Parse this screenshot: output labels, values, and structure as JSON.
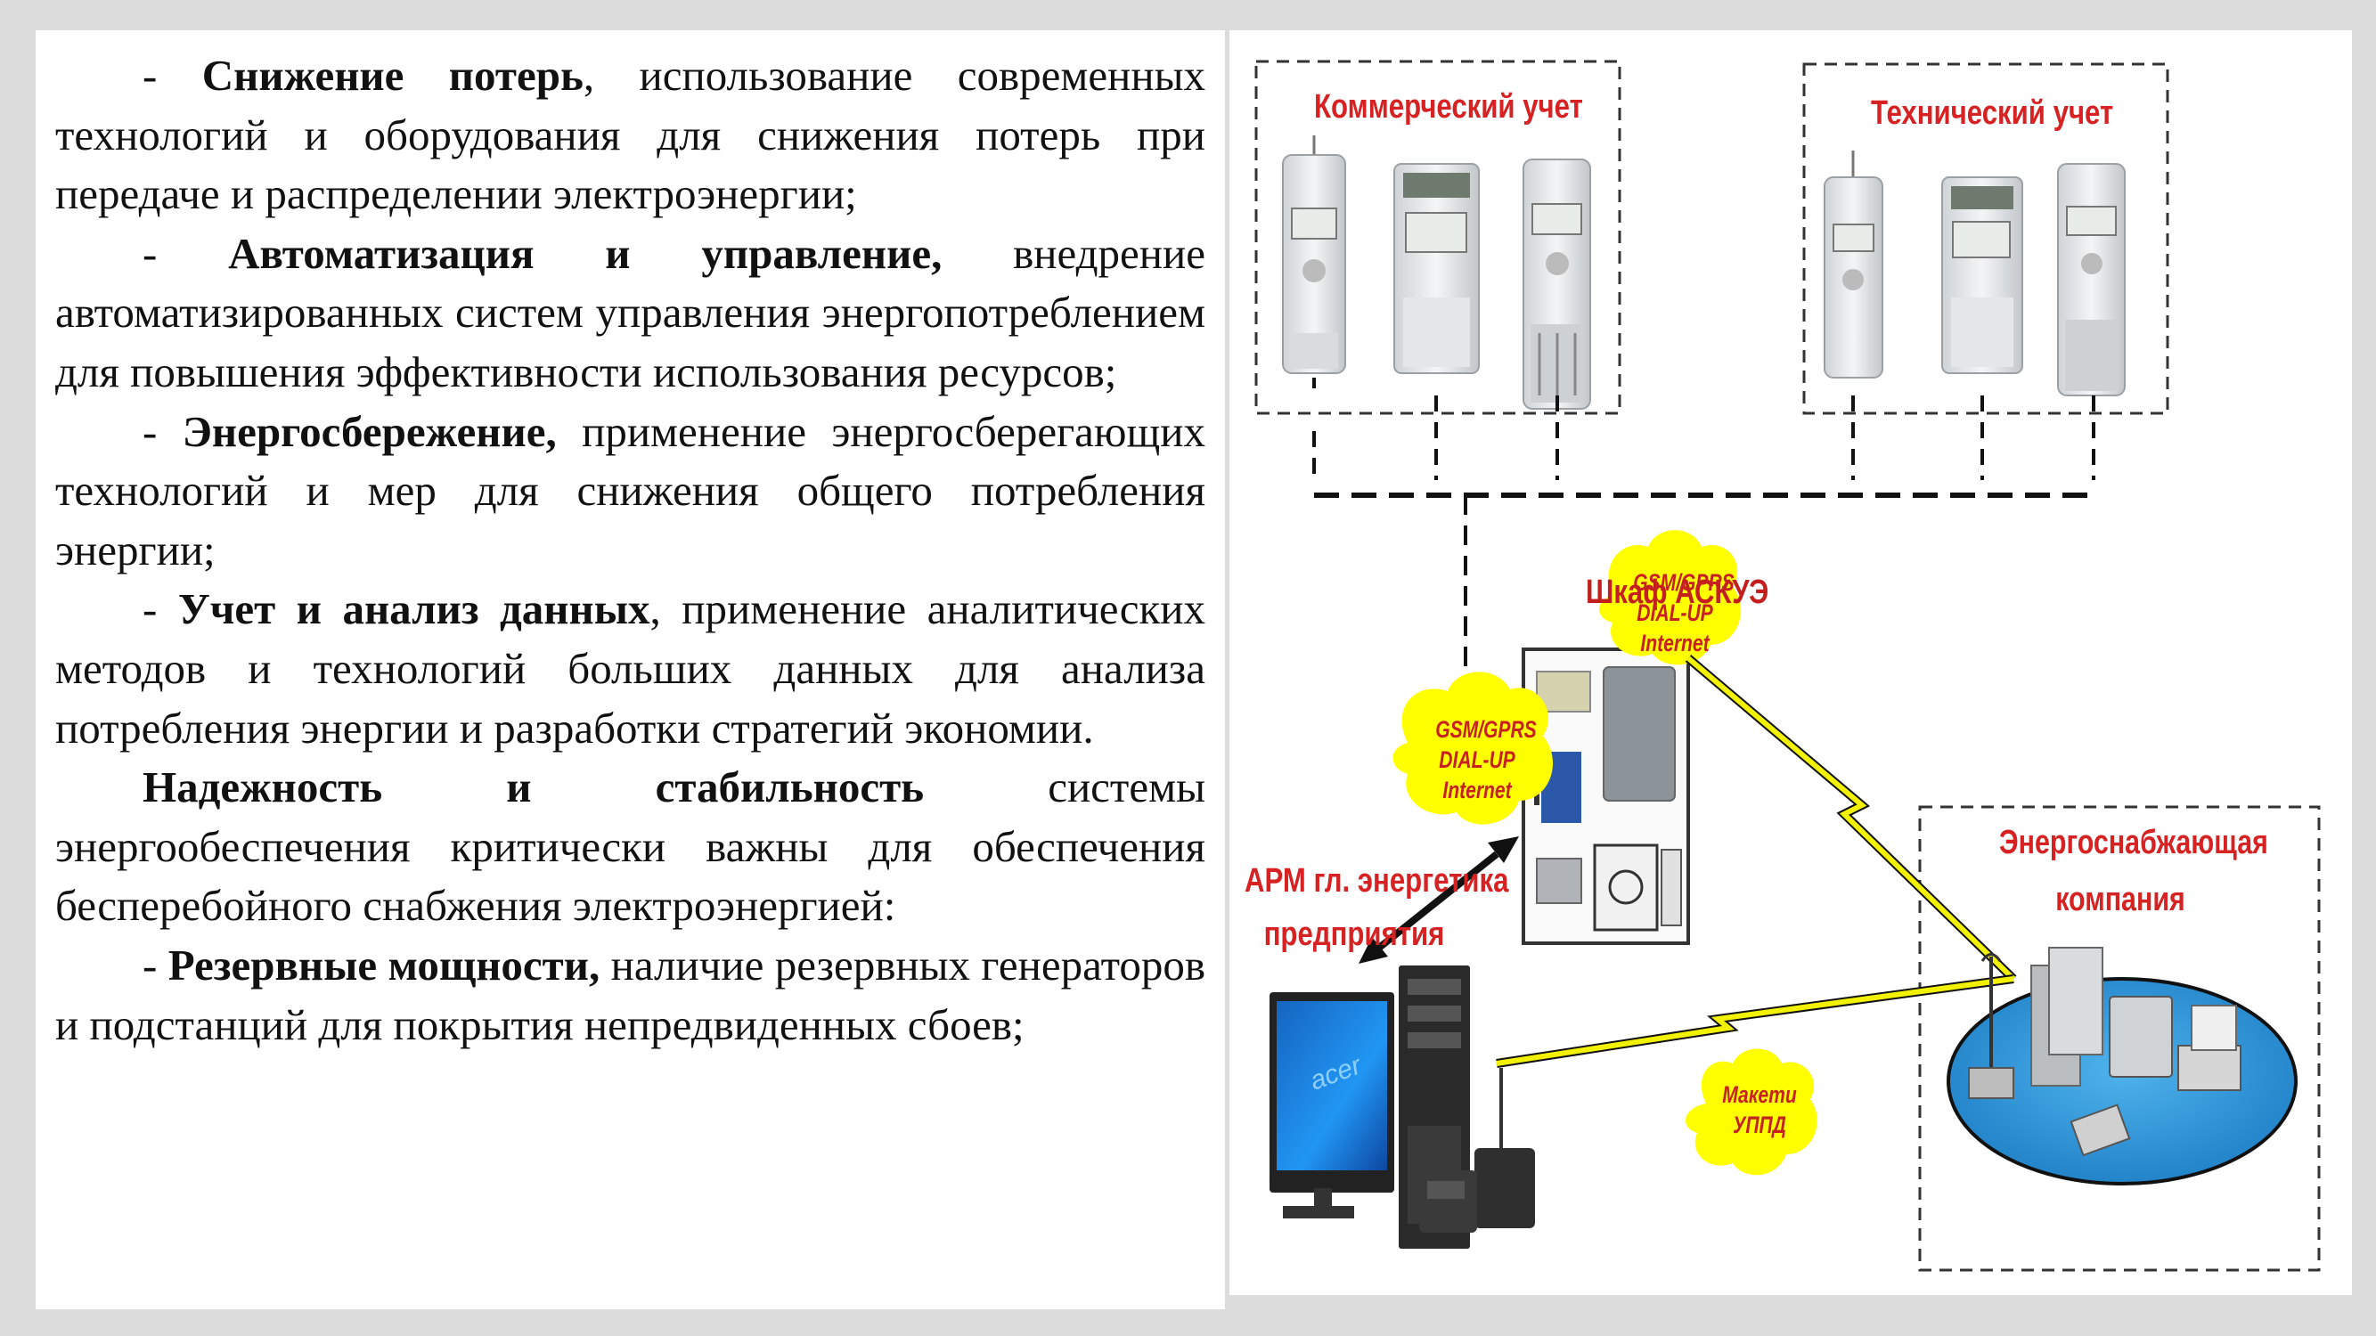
{
  "text": {
    "p1": {
      "prefix": "- ",
      "bold": "Снижение потерь",
      "rest": ", использование современных технологий и оборудования для снижения потерь при передаче и распределении электроэнергии;"
    },
    "p2": {
      "prefix": "- ",
      "bold": "Автоматизация и управление,",
      "rest": " внедрение автоматизированных систем управления энергопотреблением для повышения эффективности использования ресурсов;"
    },
    "p3": {
      "prefix": "- ",
      "bold": "Энергосбережение,",
      "rest": " применение энергосберегающих технологий и мер для снижения общего потребления энергии;"
    },
    "p4": {
      "prefix": "- ",
      "bold": "Учет и анализ данных",
      "rest": ", применение аналитических методов и технологий больших данных для анализа потребления энергии и разработки стратегий экономии."
    },
    "p5": {
      "prefix": "",
      "bold": "Надежность и стабильность",
      "rest": " системы энергообеспечения критически важны для обеспечения бесперебойного снабжения электроэнергией:"
    },
    "p6": {
      "prefix": "- ",
      "bold": "Резервные мощности,",
      "rest": " наличие резервных генераторов и подстанций для покрытия непредвиденных сбоев;"
    }
  },
  "diagram": {
    "commercial_label": "Коммерческий учет",
    "technical_label": "Технический учет",
    "cabinet_label": "Шкаф АСКУЭ",
    "cloud_top": {
      "line1": "GSM/GPRS",
      "line2": "DIAL-UP",
      "line3": "Internet"
    },
    "cloud_left": {
      "line1": "GSM/GPRS",
      "line2": "DIAL-UP",
      "line3": "Internet"
    },
    "cloud_modem": {
      "line1": "Макети",
      "line2": "УППД"
    },
    "arm_label": {
      "line1": "АРМ гл. энергетика",
      "line2": "предприятия"
    },
    "company_label": {
      "line1": "Энергоснабжающая",
      "line2": "компания"
    },
    "monitor_brand": "acer",
    "colors": {
      "label_red": "#d62222",
      "cloud_yellow": "#ffff00",
      "lightning_yellow": "#f2f200",
      "ellipse_blue": "#1e8ed6"
    }
  }
}
